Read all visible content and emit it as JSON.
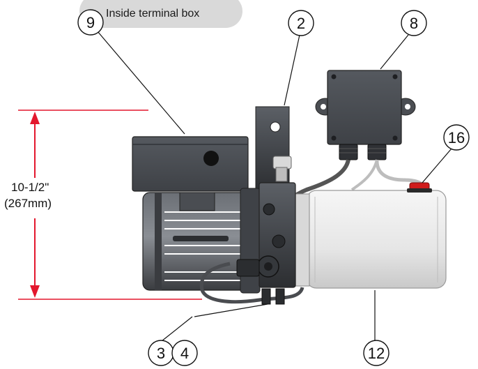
{
  "banner": {
    "text": "Inside terminal box"
  },
  "dimension": {
    "line1": "10-1/2\"",
    "line2": "(267mm)"
  },
  "callouts": {
    "c9": "9",
    "c2": "2",
    "c8": "8",
    "c16": "16",
    "c3": "3",
    "c4": "4",
    "c12": "12"
  },
  "colors": {
    "dimension_red": "#e3172d",
    "banner_bg": "#d9d9d9",
    "body_dark": "#4a4d52",
    "tank_light": "#e8e8e8",
    "reservoir_cap": "#d01c1c"
  }
}
